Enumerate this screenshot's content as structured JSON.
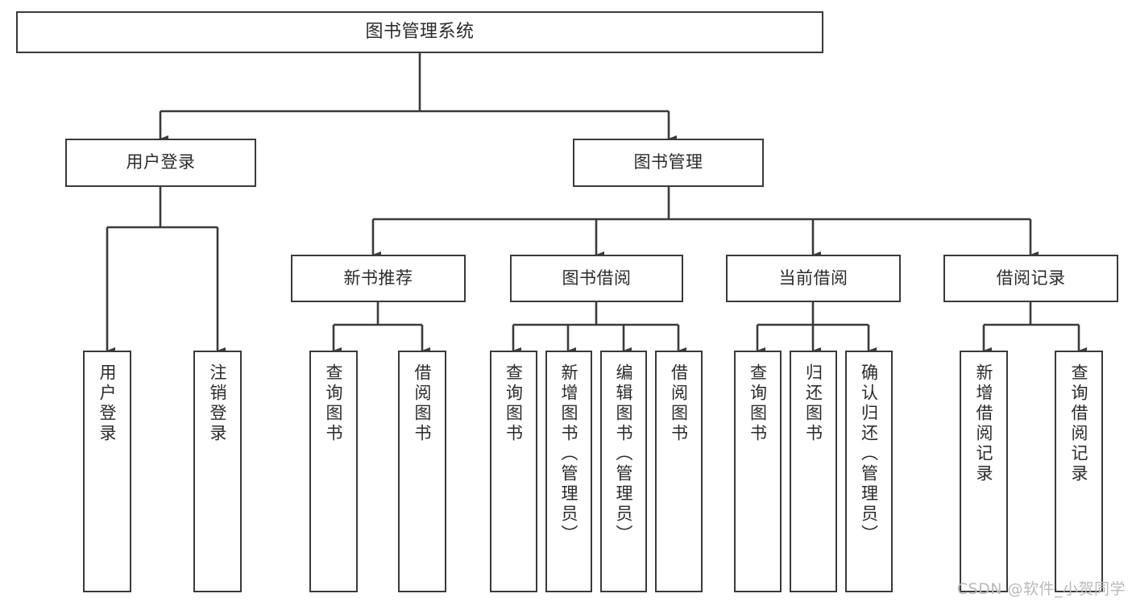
{
  "diagram": {
    "title": "图书管理系统",
    "type": "tree",
    "watermark": "CSDN @软件_小贺同学",
    "colors": {
      "stroke": "#3a3a3a",
      "fill": "#ffffff",
      "text": "#2b2b2b",
      "watermark": "#b9b9b9"
    },
    "levels": {
      "root": {
        "label": "图书管理系统"
      },
      "level2": [
        {
          "label": "用户登录"
        },
        {
          "label": "图书管理"
        }
      ],
      "level3": [
        {
          "label": "新书推荐"
        },
        {
          "label": "图书借阅"
        },
        {
          "label": "当前借阅"
        },
        {
          "label": "借阅记录"
        }
      ],
      "level4": [
        {
          "label": "用户登录",
          "parent": "用户登录"
        },
        {
          "label": "注销登录",
          "parent": "用户登录"
        },
        {
          "label": "查询图书",
          "parent": "新书推荐"
        },
        {
          "label": "借阅图书",
          "parent": "新书推荐"
        },
        {
          "label": "查询图书",
          "parent": "图书借阅"
        },
        {
          "label": "新增图书（管理员）",
          "parent": "图书借阅"
        },
        {
          "label": "编辑图书（管理员）",
          "parent": "图书借阅"
        },
        {
          "label": "借阅图书",
          "parent": "图书借阅"
        },
        {
          "label": "查询图书",
          "parent": "当前借阅"
        },
        {
          "label": "归还图书",
          "parent": "当前借阅"
        },
        {
          "label": "确认归还（管理员）",
          "parent": "当前借阅"
        },
        {
          "label": "新增借阅记录",
          "parent": "借阅记录"
        },
        {
          "label": "查询借阅记录",
          "parent": "借阅记录"
        }
      ]
    }
  }
}
